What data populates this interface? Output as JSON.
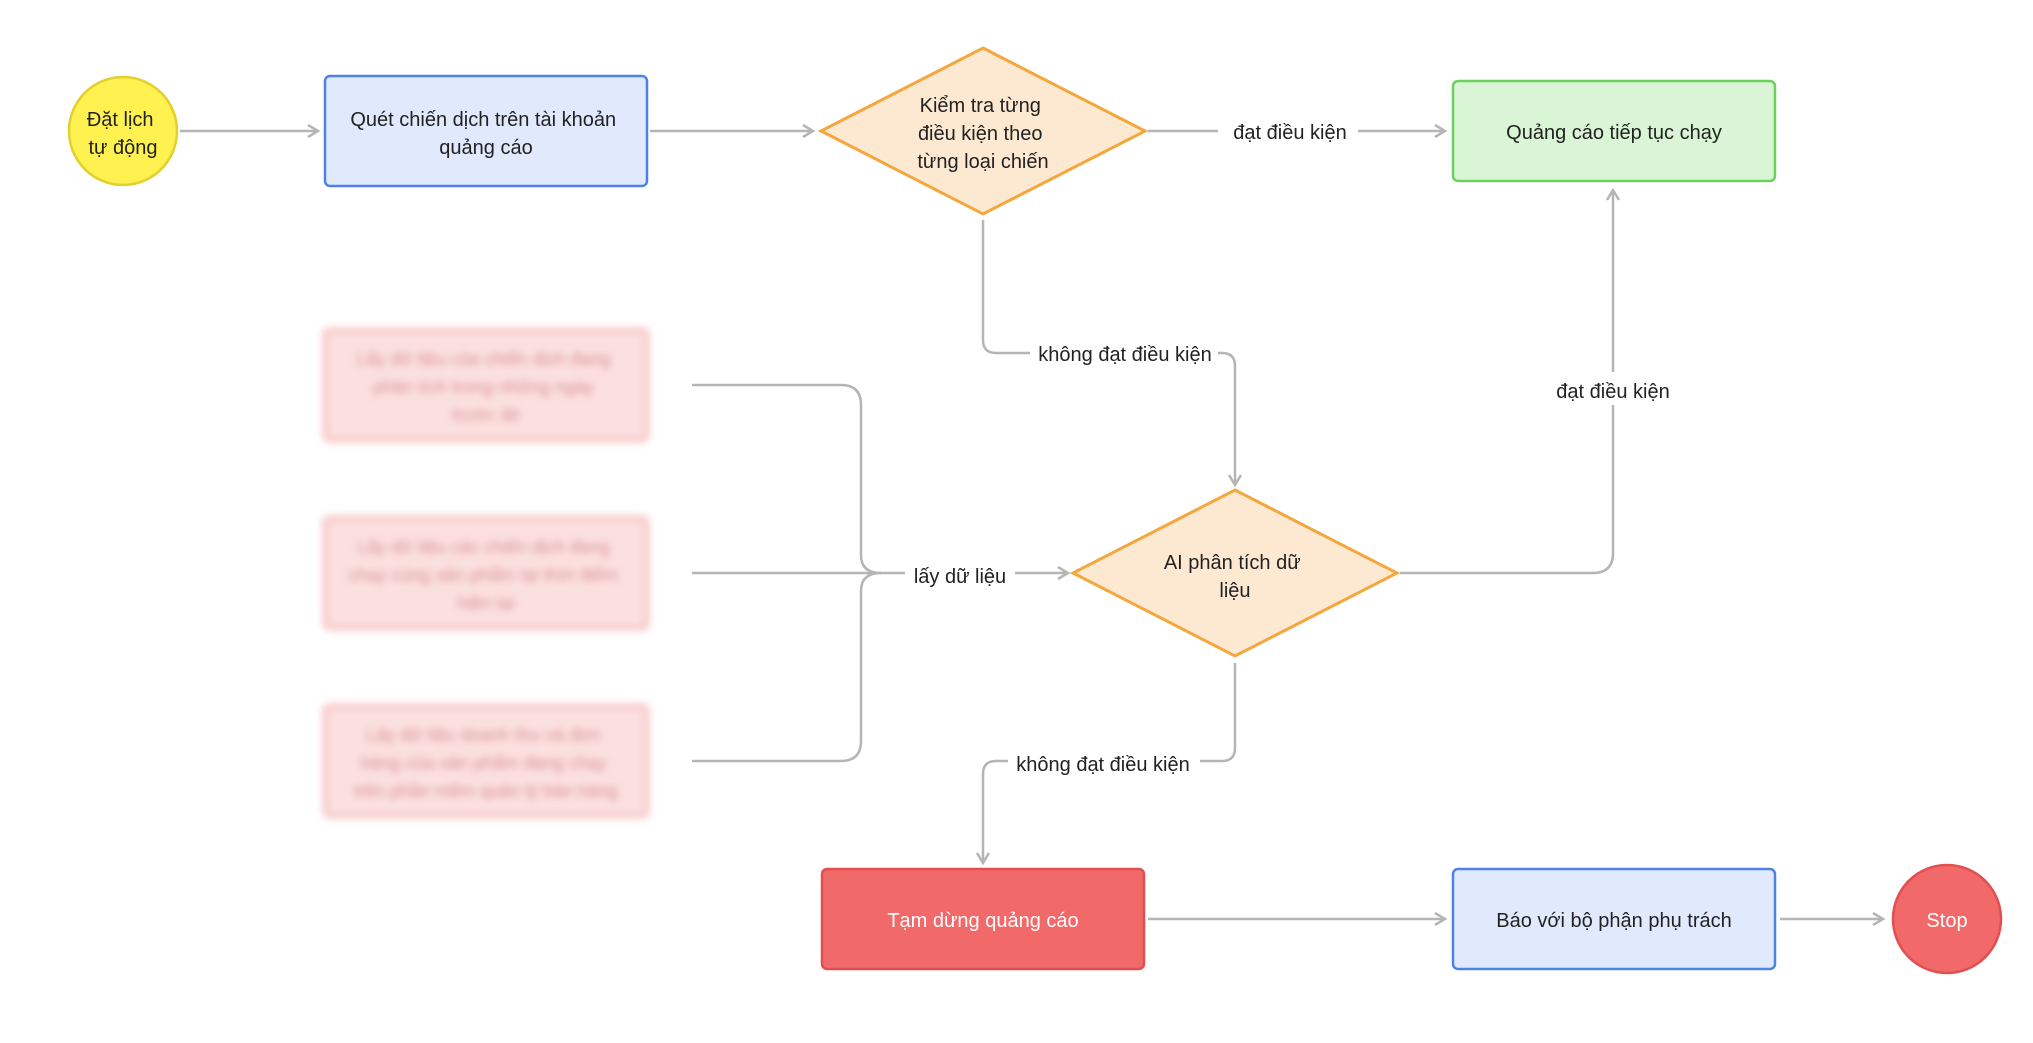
{
  "colors": {
    "start_fill": "#fef150",
    "start_stroke": "#e3cf2d",
    "process_fill": "#e1e9fd",
    "process_stroke": "#4d82e6",
    "decision_fill": "#fde8d1",
    "decision_stroke": "#f4a73b",
    "success_fill": "#daf5d5",
    "success_stroke": "#6cd15c",
    "stop_fill": "#f26969",
    "stop_stroke": "#e05050",
    "blurred_fill": "#fce0e0",
    "blurred_stroke": "#f5b5b5",
    "edge": "#b5b5b5"
  },
  "nodes": {
    "start": {
      "lines": [
        "Đặt lịch",
        "tự động"
      ]
    },
    "scan": {
      "lines": [
        "Quét chiến dịch trên tài khoản",
        "quảng cáo"
      ]
    },
    "check": {
      "lines": [
        "Kiểm tra từng",
        "điều kiện theo",
        "từng loại chiến"
      ]
    },
    "continue": {
      "lines": [
        "Quảng cáo tiếp tục chạy"
      ]
    },
    "source1": {
      "lines": [
        "Lấy dữ liệu của chiến dịch đang",
        "phân tích trong những ngày",
        "trước đó"
      ]
    },
    "source2": {
      "lines": [
        "Lấy dữ liệu các chiến dịch đang",
        "chạy cùng sản phẩm tại thời điểm",
        "hiện tại"
      ]
    },
    "source3": {
      "lines": [
        "Lấy dữ liệu doanh thu và đơn",
        "hàng của sản phẩm đang chạy",
        "trên phần mềm quản lý bán hàng"
      ]
    },
    "ai": {
      "lines": [
        "AI phân tích dữ",
        "liệu"
      ]
    },
    "pause": {
      "lines": [
        "Tạm dừng quảng cáo"
      ]
    },
    "report": {
      "lines": [
        "Báo với bộ phận phụ trách"
      ]
    },
    "stop": {
      "lines": [
        "Stop"
      ]
    }
  },
  "edges": {
    "check_pass": "đạt điều kiện",
    "check_fail": "không đạt điều kiện",
    "collect": "lấy dữ liệu",
    "ai_pass": "đạt điều kiện",
    "ai_fail": "không đạt điều kiện"
  }
}
